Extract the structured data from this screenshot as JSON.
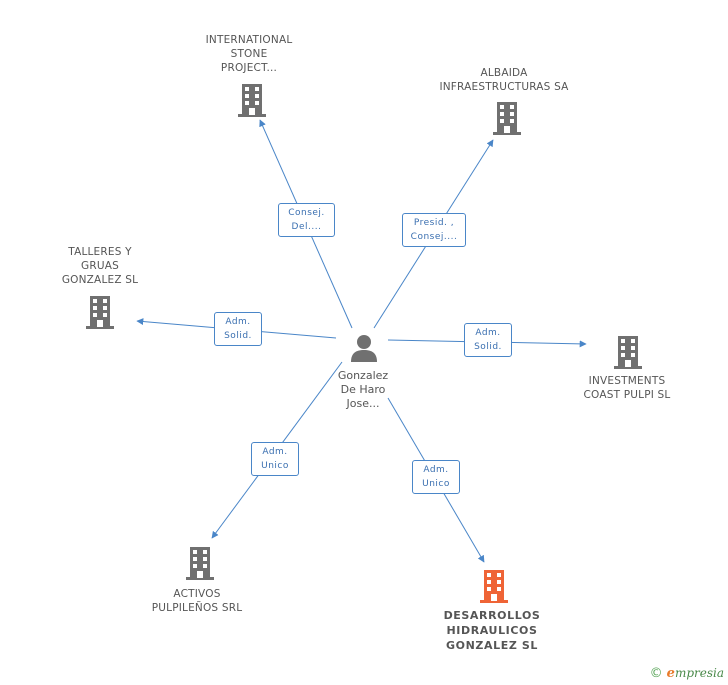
{
  "colors": {
    "edge": "#4a86c8",
    "building": "#707070",
    "building_main": "#ef6436",
    "person": "#707070"
  },
  "person": {
    "label": "Gonzalez\nDe Haro\nJose...",
    "icon": "person-icon"
  },
  "companies": [
    {
      "id": "international-stone",
      "label": "INTERNATIONAL\nSTONE\nPROJECT...",
      "main": false
    },
    {
      "id": "albaida",
      "label": "ALBAIDA\nINFRAESTRUCTURAS SA",
      "main": false
    },
    {
      "id": "talleres",
      "label": "TALLERES Y\nGRUAS\nGONZALEZ SL",
      "main": false
    },
    {
      "id": "investments",
      "label": "INVESTMENTS\nCOAST PULPI SL",
      "main": false
    },
    {
      "id": "activos",
      "label": "ACTIVOS\nPULPILEÑOS SRL",
      "main": false
    },
    {
      "id": "desarrollos",
      "label": "DESARROLLOS\nHIDRAULICOS\nGONZALEZ SL",
      "main": true
    }
  ],
  "edges": [
    {
      "to": "international-stone",
      "label": "Consej.\nDel...."
    },
    {
      "to": "albaida",
      "label": "Presid. ,\nConsej...."
    },
    {
      "to": "talleres",
      "label": "Adm.\nSolid."
    },
    {
      "to": "investments",
      "label": "Adm.\nSolid."
    },
    {
      "to": "activos",
      "label": "Adm.\nUnico"
    },
    {
      "to": "desarrollos",
      "label": "Adm.\nUnico"
    }
  ],
  "footer": {
    "copyright": "©",
    "brand_initial": "e",
    "brand_rest": "mpresia"
  }
}
